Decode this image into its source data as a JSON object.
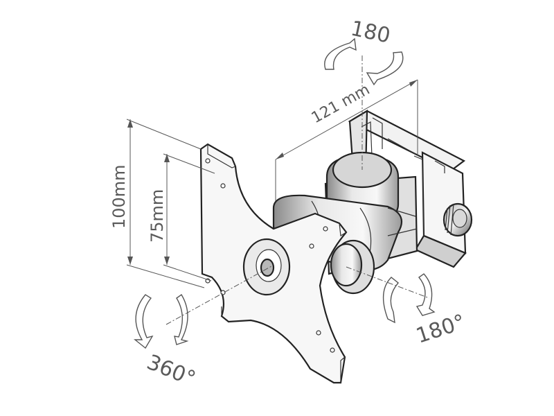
{
  "labels": {
    "depth": "121 mm",
    "height_outer": "100mm",
    "height_inner": "75mm",
    "swivel_top": "180",
    "tilt": "180°",
    "rotate": "360°"
  },
  "colors": {
    "line": "#222222",
    "dimension": "#555555",
    "fill_light": "#f4f4f4",
    "fill_mid": "#dcdcdc",
    "fill_dark": "#a0a0a0"
  }
}
